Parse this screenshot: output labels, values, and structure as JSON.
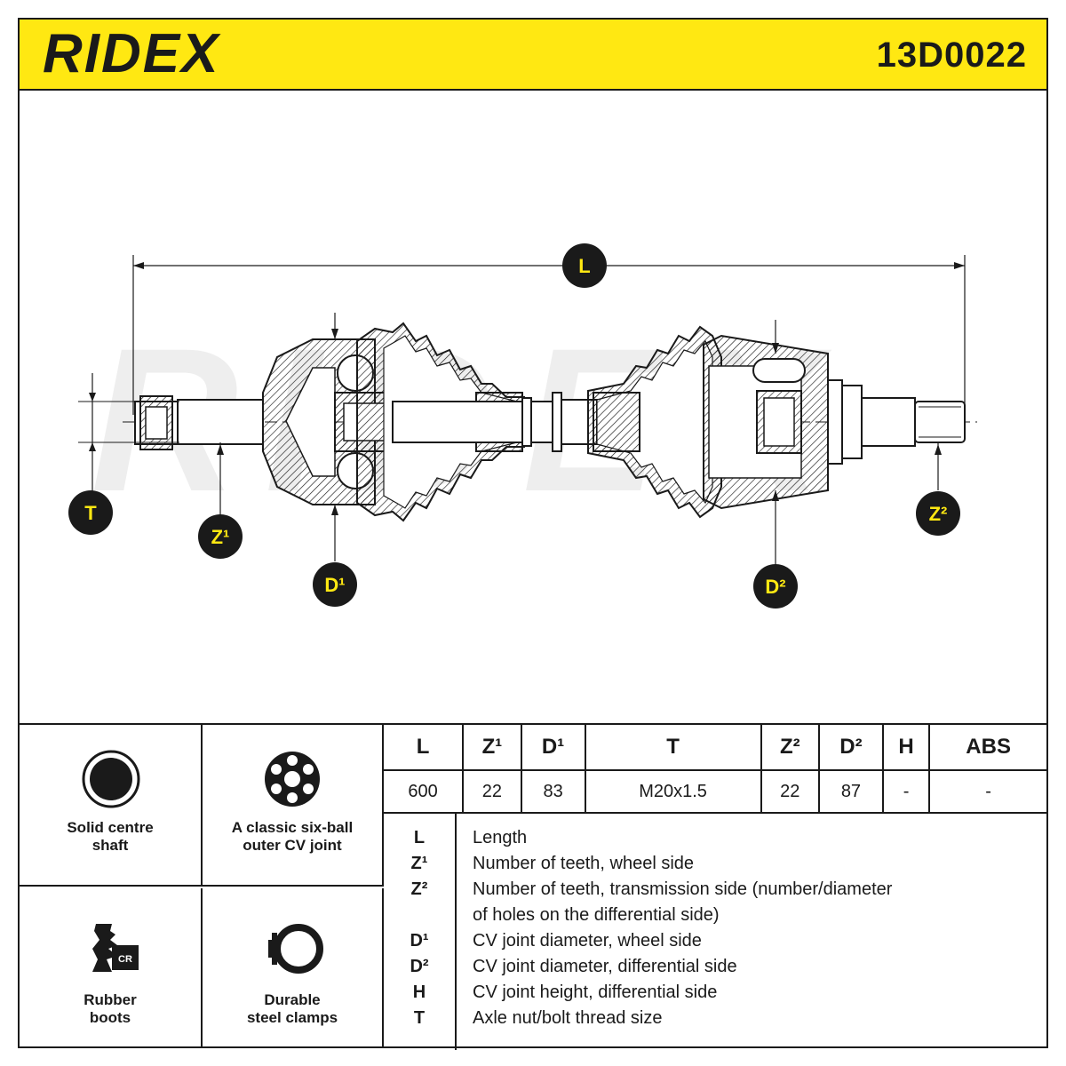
{
  "brand": "RIDEX",
  "part_number": "13D0022",
  "diagram": {
    "watermark": "RIDEX",
    "labels": {
      "L": "L",
      "T": "T",
      "Z1": "Z¹",
      "D1": "D¹",
      "D2": "D²",
      "Z2": "Z²"
    }
  },
  "features": [
    {
      "icon": "solid-shaft-icon",
      "label_line1": "Solid centre",
      "label_line2": "shaft"
    },
    {
      "icon": "six-ball-cv-joint-icon",
      "label_line1": "A classic six-ball",
      "label_line2": "outer CV joint"
    },
    {
      "icon": "rubber-boot-icon",
      "badge": "CR",
      "label_line1": "Rubber",
      "label_line2": "boots"
    },
    {
      "icon": "steel-clamp-icon",
      "label_line1": "Durable",
      "label_line2": "steel clamps"
    }
  ],
  "specs": {
    "headers": [
      "L",
      "Z¹",
      "D¹",
      "T",
      "Z²",
      "D²",
      "H",
      "ABS"
    ],
    "values": [
      "600",
      "22",
      "83",
      "M20x1.5",
      "22",
      "87",
      "-",
      "-"
    ]
  },
  "legend": [
    {
      "key": "L",
      "text": "Length"
    },
    {
      "key": "Z¹",
      "text": "Number of teeth, wheel side"
    },
    {
      "key": "Z²",
      "text": "Number of teeth, transmission side (number/diameter"
    },
    {
      "key": "",
      "text": "of holes on the differential side)"
    },
    {
      "key": "D¹",
      "text": "CV joint diameter, wheel side"
    },
    {
      "key": "D²",
      "text": "CV joint diameter, differential side"
    },
    {
      "key": "H",
      "text": "CV joint height, differential side"
    },
    {
      "key": "T",
      "text": "Axle nut/bolt thread size"
    }
  ]
}
